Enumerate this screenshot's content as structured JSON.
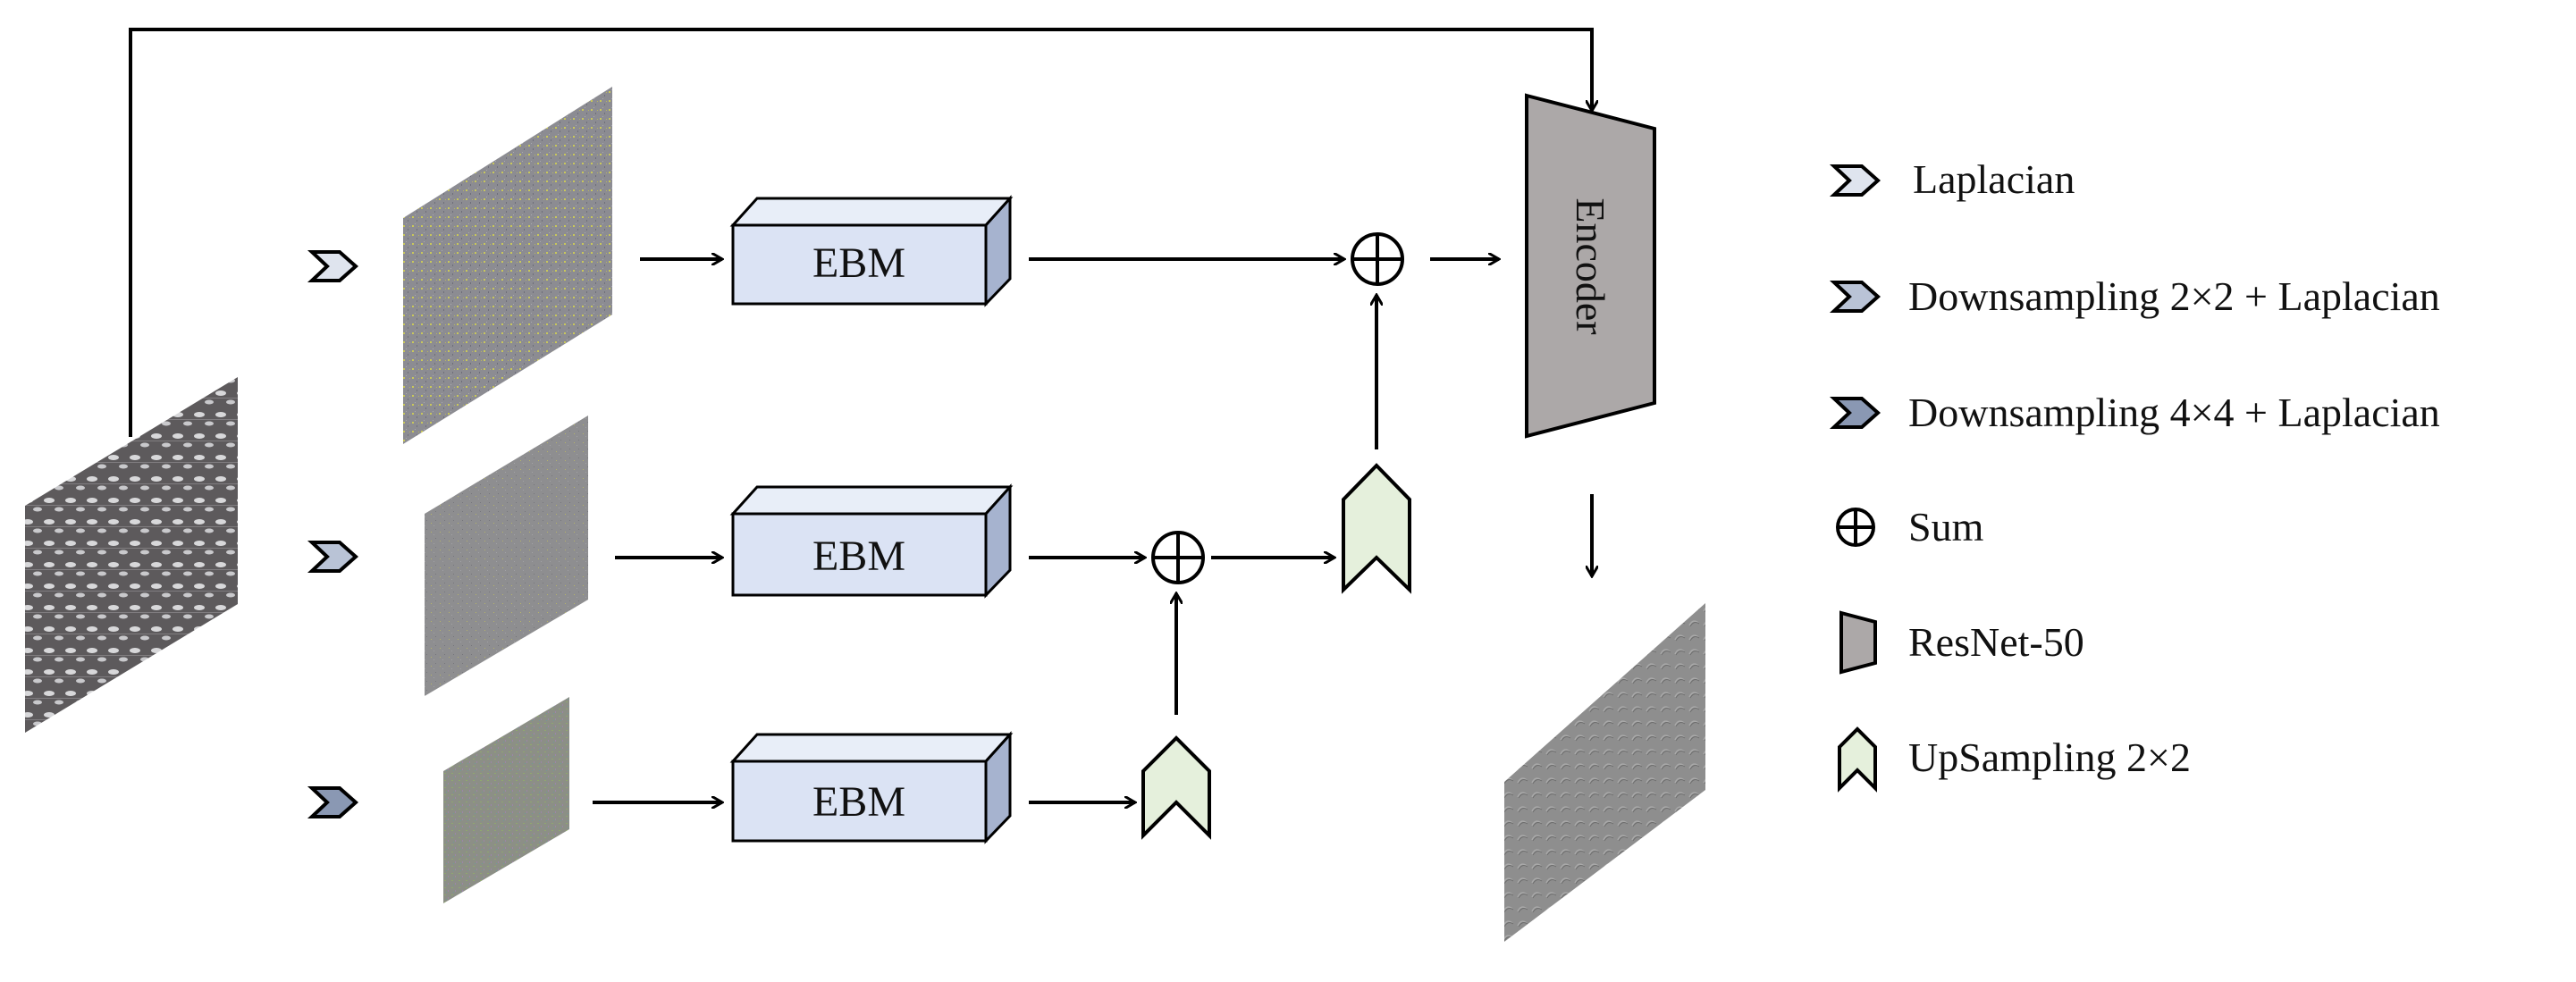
{
  "blocks": {
    "ebm_1": "EBM",
    "ebm_2": "EBM",
    "ebm_3": "EBM",
    "encoder": "Encoder"
  },
  "legend": {
    "laplacian": "Laplacian",
    "down2": "Downsampling 2×2 + Laplacian",
    "down4": "Downsampling 4×4 + Laplacian",
    "sum": "Sum",
    "resnet": "ResNet-50",
    "upsampling": "UpSampling 2×2"
  },
  "colors": {
    "ebm_face": "#dbe3f4",
    "ebm_top": "#e8eef8",
    "ebm_side": "#a6b3cf",
    "encoder_fill": "#aca8a8",
    "upsample_fill": "#e5f0dc",
    "chevron_light": "#dfe4ee",
    "chevron_mid": "#b9c3d6",
    "chevron_dark": "#8a98b3",
    "noise_gray": "#8c8c92",
    "noise_yellow": "#c9c85a"
  },
  "icons": [
    "chevron-laplacian-icon",
    "chevron-down2-icon",
    "chevron-down4-icon",
    "circled-plus-icon",
    "trapezoid-icon",
    "upsample-arrow-icon"
  ]
}
